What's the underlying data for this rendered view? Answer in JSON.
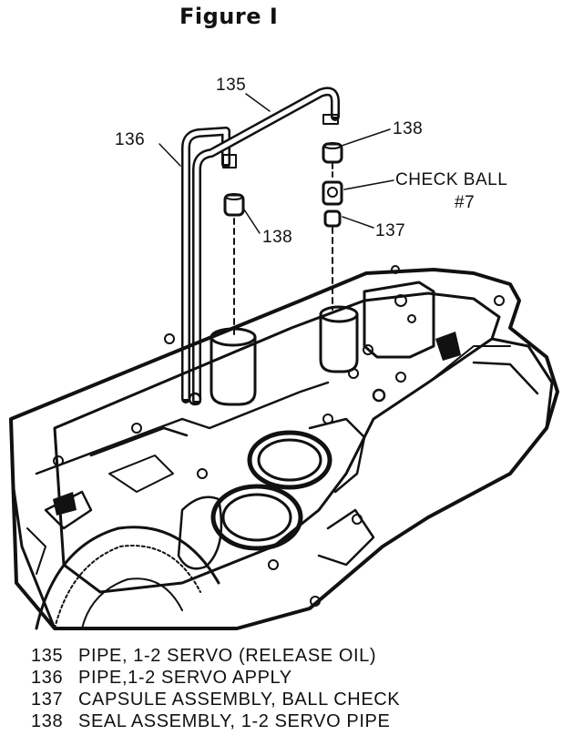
{
  "figure": {
    "title": "Figure I"
  },
  "callouts": {
    "pipe_release": "135",
    "pipe_apply": "136",
    "seal_top": "138",
    "seal_left": "138",
    "check_ball_line1": "CHECK BALL",
    "check_ball_line2": "#7",
    "capsule": "137"
  },
  "legend": [
    {
      "number": "135",
      "description": "PIPE, 1-2 SERVO (RELEASE OIL)"
    },
    {
      "number": "136",
      "description": "PIPE,1-2 SERVO APPLY"
    },
    {
      "number": "137",
      "description": "CAPSULE ASSEMBLY, BALL CHECK"
    },
    {
      "number": "138",
      "description": "SEAL ASSEMBLY, 1-2 SERVO PIPE"
    }
  ]
}
